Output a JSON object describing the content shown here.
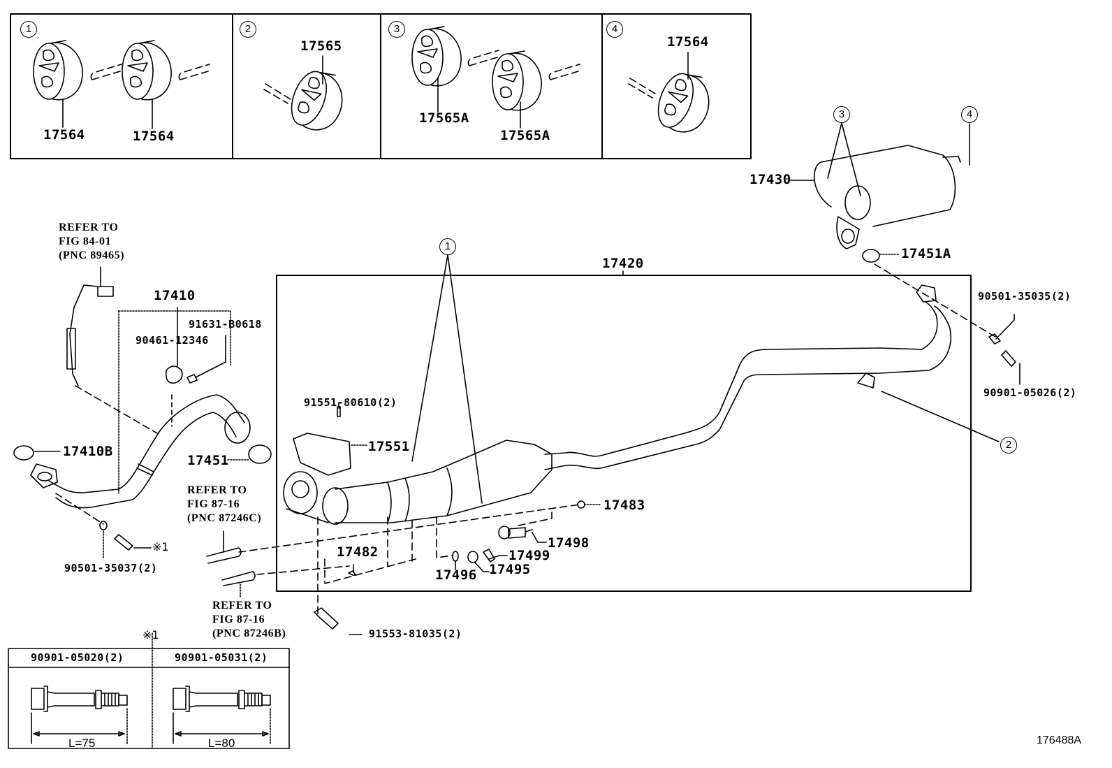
{
  "diagram": {
    "type": "exploded-parts-diagram",
    "subject": "Exhaust pipe and muffler assembly",
    "figure_number": "176488A"
  },
  "detail_boxes": [
    {
      "callout": "1",
      "parts": [
        "17564",
        "17564"
      ]
    },
    {
      "callout": "2",
      "parts": [
        "17565"
      ]
    },
    {
      "callout": "3",
      "parts": [
        "17565A",
        "17565A"
      ]
    },
    {
      "callout": "4",
      "parts": [
        "17564"
      ]
    }
  ],
  "callouts": [
    "1",
    "2",
    "3",
    "4"
  ],
  "parts": {
    "p17410": "17410",
    "p17410b": "17410B",
    "p17420": "17420",
    "p17430": "17430",
    "p17451": "17451",
    "p17451a": "17451A",
    "p17482": "17482",
    "p17483": "17483",
    "p17495": "17495",
    "p17496": "17496",
    "p17498": "17498",
    "p17499": "17499",
    "p17551": "17551",
    "p90461": "90461-12346",
    "p91631": "91631-B0618",
    "p90501_35037": "90501-35037(2)",
    "p91551": "91551-80610(2)",
    "p91553": "91553-81035(2)",
    "p90501_35035": "90501-35035(2)",
    "p90901_05026": "90901-05026(2)"
  },
  "references": {
    "o2_sensor": "REFER TO\nFIG 84-01\n(PNC 89465)",
    "pipe_c": "REFER TO\nFIG 87-16\n(PNC 87246C)",
    "pipe_b": "REFER TO\nFIG 87-16\n(PNC 87246B)"
  },
  "note_mark": "※1",
  "bolt_table": {
    "mark": "※1",
    "columns": [
      {
        "part": "90901-05020(2)",
        "length": "L=75"
      },
      {
        "part": "90901-05031(2)",
        "length": "L=80"
      }
    ]
  }
}
